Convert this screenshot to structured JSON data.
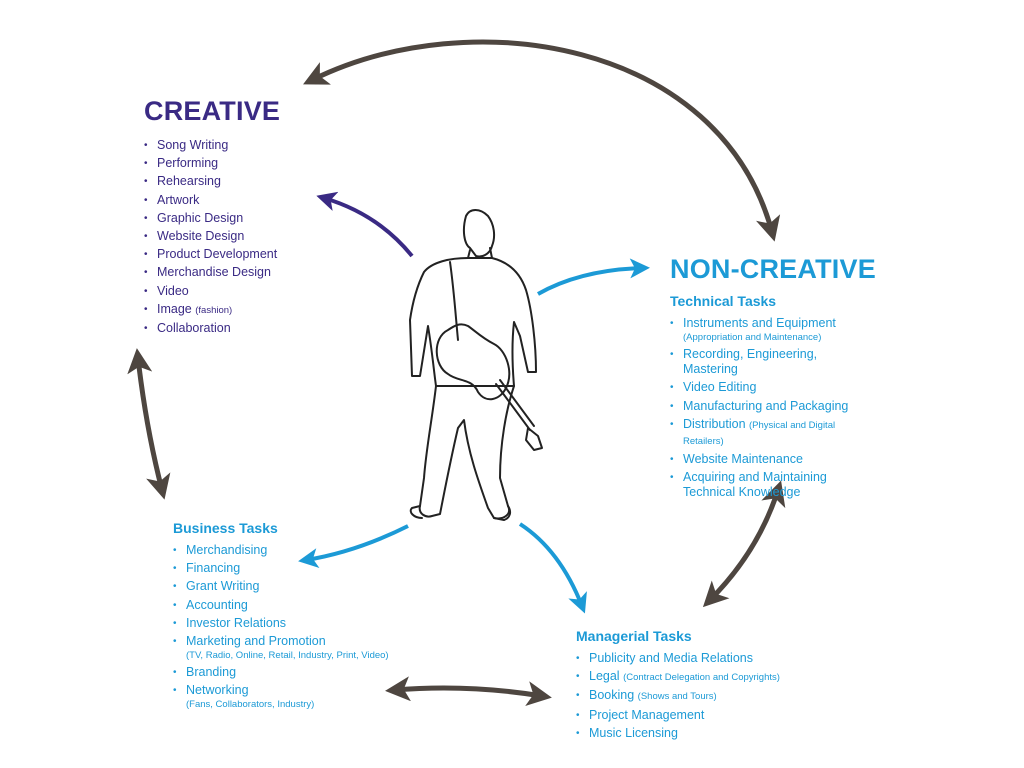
{
  "colors": {
    "creative": "#3a2a84",
    "noncreative": "#1c9ad6",
    "arrow_brown": "#4e4640",
    "figure_outline": "#222222"
  },
  "icons": {
    "figure": "guitarist-figure-icon"
  },
  "creative": {
    "title": "CREATIVE",
    "items": [
      {
        "text": "Song Writing",
        "note": ""
      },
      {
        "text": "Performing",
        "note": ""
      },
      {
        "text": "Rehearsing",
        "note": ""
      },
      {
        "text": "Artwork",
        "note": ""
      },
      {
        "text": "Graphic Design",
        "note": ""
      },
      {
        "text": "Website Design",
        "note": ""
      },
      {
        "text": "Product Development",
        "note": ""
      },
      {
        "text": "Merchandise Design",
        "note": ""
      },
      {
        "text": "Video",
        "note": ""
      },
      {
        "text": "Image",
        "note": "(fashion)"
      },
      {
        "text": "Collaboration",
        "note": ""
      }
    ]
  },
  "noncreative": {
    "title": "NON-CREATIVE",
    "technical": {
      "title": "Technical Tasks",
      "items": [
        {
          "text": "Instruments and Equipment",
          "note": "",
          "detail": "(Appropriation and Maintenance)"
        },
        {
          "text": "Recording, Engineering, Mastering",
          "note": "",
          "detail": ""
        },
        {
          "text": "Video Editing",
          "note": "",
          "detail": ""
        },
        {
          "text": "Manufacturing and Packaging",
          "note": "",
          "detail": ""
        },
        {
          "text": "Distribution",
          "note": "(Physical and Digital Retailers)",
          "detail": ""
        },
        {
          "text": "Website Maintenance",
          "note": "",
          "detail": ""
        },
        {
          "text": "Acquiring and Maintaining Technical Knowledge",
          "note": "",
          "detail": ""
        }
      ]
    }
  },
  "business": {
    "title": "Business Tasks",
    "items": [
      {
        "text": "Merchandising",
        "note": "",
        "detail": ""
      },
      {
        "text": "Financing",
        "note": "",
        "detail": ""
      },
      {
        "text": "Grant Writing",
        "note": "",
        "detail": ""
      },
      {
        "text": "Accounting",
        "note": "",
        "detail": ""
      },
      {
        "text": "Investor Relations",
        "note": "",
        "detail": ""
      },
      {
        "text": "Marketing and Promotion",
        "note": "",
        "detail": "(TV, Radio, Online, Retail, Industry, Print, Video)"
      },
      {
        "text": "Branding",
        "note": "",
        "detail": ""
      },
      {
        "text": "Networking",
        "note": "",
        "detail": "(Fans, Collaborators, Industry)"
      }
    ]
  },
  "managerial": {
    "title": "Managerial Tasks",
    "items": [
      {
        "text": "Publicity and Media Relations",
        "note": "",
        "detail": ""
      },
      {
        "text": "Legal",
        "note": "(Contract Delegation and Copyrights)",
        "detail": ""
      },
      {
        "text": "Booking",
        "note": "(Shows and Tours)",
        "detail": ""
      },
      {
        "text": "Project Management",
        "note": "",
        "detail": ""
      },
      {
        "text": "Music Licensing",
        "note": "",
        "detail": ""
      }
    ]
  }
}
